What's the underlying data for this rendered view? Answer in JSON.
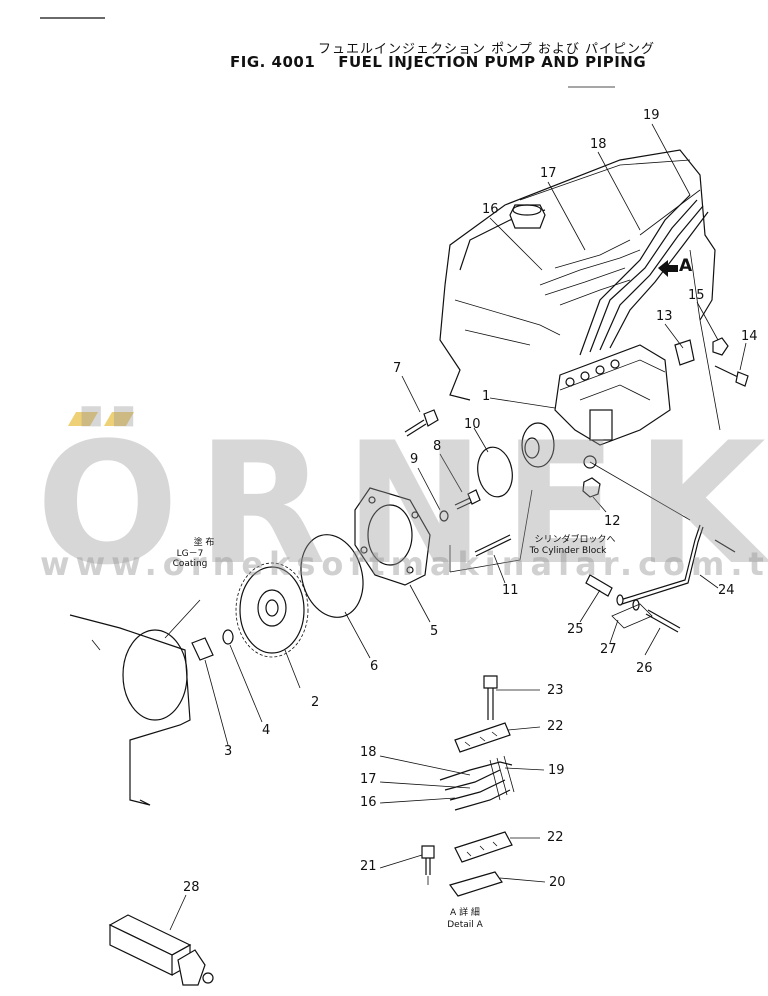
{
  "header": {
    "title_jp": "フュエルインジェクション ポンプ および パイピング",
    "fig_number": "FIG. 4001",
    "title_en": "FUEL INJECTION PUMP AND PIPING"
  },
  "notes": {
    "coating_jp": "塗 布",
    "coating_en": "LG－7  Coating",
    "cylinder_jp": "シリンダブロックへ",
    "cylinder_en": "To Cylinder Block",
    "detail_jp": "A 詳 細",
    "detail_en": "Detail A",
    "view_arrow": "A"
  },
  "callouts": [
    "1",
    "2",
    "3",
    "4",
    "5",
    "6",
    "7",
    "8",
    "9",
    "10",
    "11",
    "12",
    "13",
    "14",
    "15",
    "16",
    "17",
    "18",
    "19",
    "20",
    "21",
    "22",
    "23",
    "24",
    "25",
    "26",
    "27",
    "28",
    "16",
    "17",
    "18",
    "19",
    "22"
  ],
  "watermark": {
    "brand": "ÖRNEK",
    "url": "www.orneksoftmakinalar.com.tr",
    "accent_color": "#e8c24a"
  }
}
